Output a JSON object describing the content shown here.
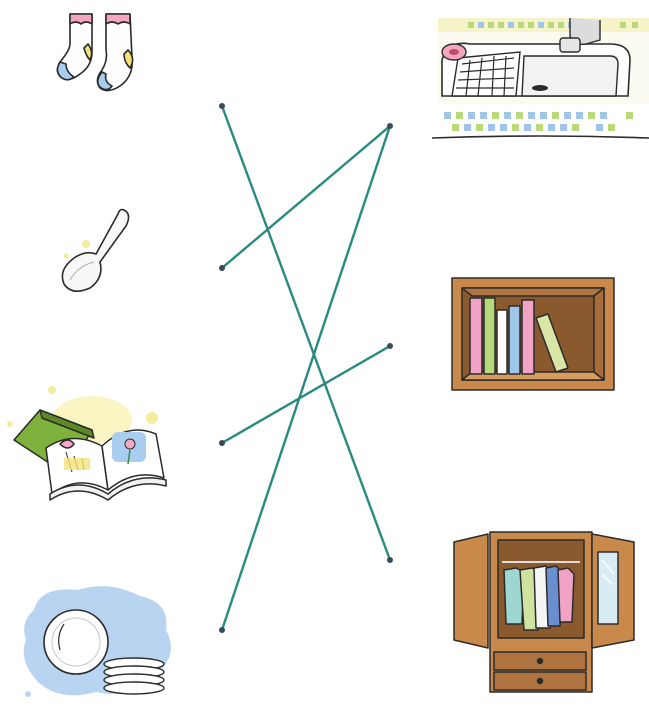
{
  "colors": {
    "line": "#2a8a80",
    "dot": "#3a4a5a",
    "outline": "#2b2b2b",
    "wood_dark": "#8a5a2e",
    "wood_light": "#c8894a",
    "tile_green": "#b9d97a",
    "tile_blue": "#9fc6e8",
    "plate_bg": "#b9d4f0",
    "sock_pink": "#f4a6c0",
    "sock_yellow": "#f5e27a",
    "sock_blue": "#a9cdee"
  },
  "left_items": [
    {
      "id": "socks",
      "icon": "socks-icon"
    },
    {
      "id": "spoon",
      "icon": "spoon-icon"
    },
    {
      "id": "books",
      "icon": "open-books-icon"
    },
    {
      "id": "plates",
      "icon": "plates-icon"
    }
  ],
  "right_items": [
    {
      "id": "sink",
      "icon": "kitchen-sink-icon"
    },
    {
      "id": "bookshelf",
      "icon": "bookshelf-icon"
    },
    {
      "id": "wardrobe",
      "icon": "wardrobe-icon"
    }
  ],
  "connections": [
    {
      "from": "socks",
      "to": "wardrobe"
    },
    {
      "from": "spoon",
      "to": "sink"
    },
    {
      "from": "books",
      "to": "bookshelf"
    },
    {
      "from": "plates",
      "to": "sink"
    }
  ]
}
